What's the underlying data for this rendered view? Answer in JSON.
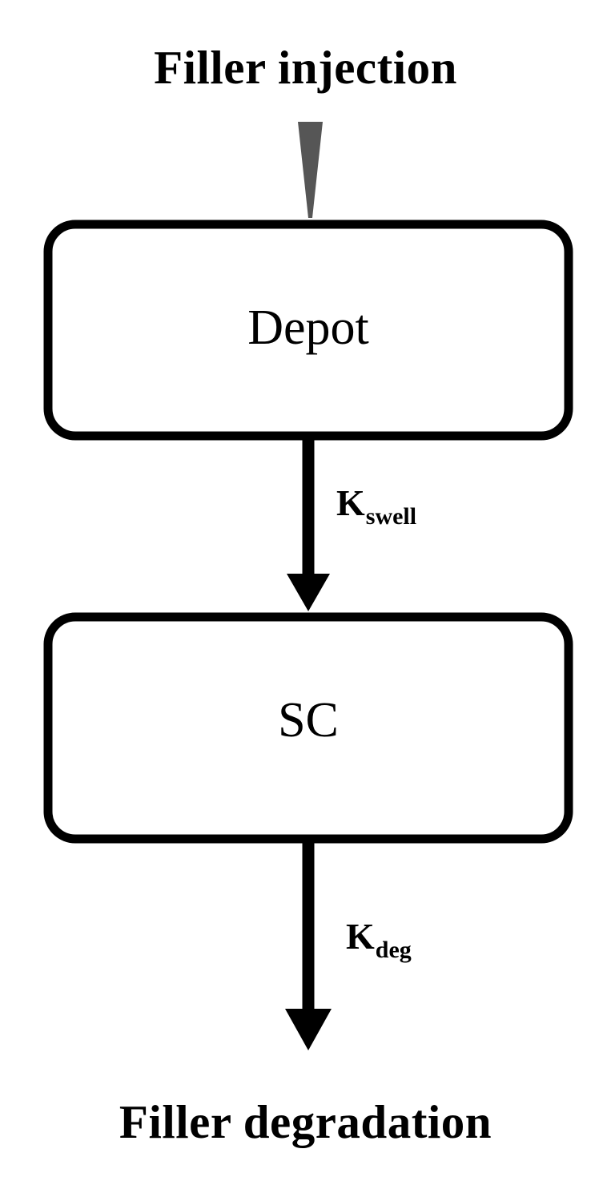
{
  "diagram": {
    "title_top": "Filler injection",
    "title_bottom": "Filler degradation",
    "type": "flowchart",
    "orientation": "vertical",
    "colors": {
      "stroke": "#000000",
      "fill": "#ffffff",
      "needle": "#565656",
      "text": "#000000"
    },
    "nodes": [
      {
        "id": "depot",
        "label": "Depot",
        "shape": "rounded-rect"
      },
      {
        "id": "sc",
        "label": "SC",
        "shape": "rounded-rect"
      }
    ],
    "edges": [
      {
        "id": "injection",
        "from": "Filler injection",
        "to": "Depot",
        "style": "gray-needle",
        "label": "",
        "label_sub": ""
      },
      {
        "id": "swell",
        "from": "Depot",
        "to": "SC",
        "style": "solid-arrow",
        "label": "K",
        "label_sub": "swell"
      },
      {
        "id": "deg",
        "from": "SC",
        "to": "Filler degradation",
        "style": "solid-arrow",
        "label": "K",
        "label_sub": "deg"
      }
    ]
  }
}
